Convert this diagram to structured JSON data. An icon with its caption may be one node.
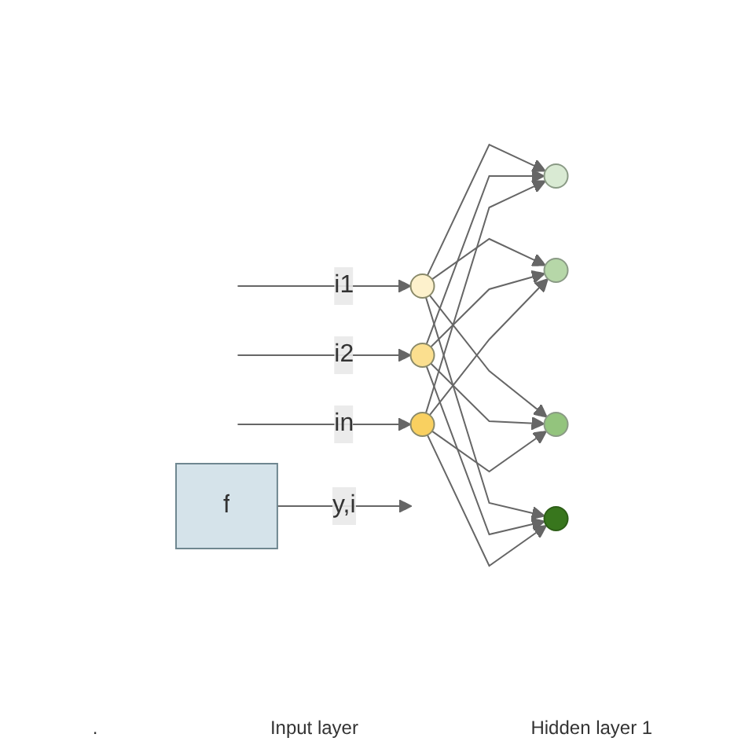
{
  "diagram": {
    "nodes": [
      {
        "text": [
          "f"
        ]
      },
      {
        "text": [],
        "shape": "circle"
      },
      {
        "text": [],
        "shape": "circle"
      },
      {
        "text": [],
        "shape": "circle"
      },
      {
        "text": [],
        "shape": "circle"
      },
      {
        "text": [],
        "shape": "circle"
      },
      {
        "text": [],
        "shape": "circle"
      },
      {
        "text": [],
        "shape": "circle"
      }
    ],
    "edges": [
      {
        "from": 0,
        "to": null,
        "arrow": "to",
        "label": "y,i"
      },
      {
        "from": null,
        "to": 1,
        "arrow": "to",
        "label": "i1"
      },
      {
        "from": null,
        "to": 2,
        "arrow": "to",
        "label": "i2"
      },
      {
        "from": null,
        "to": 3,
        "arrow": "to",
        "label": "in"
      },
      {
        "from": 1,
        "to": 4,
        "arrow": "to"
      },
      {
        "from": 1,
        "to": 5,
        "arrow": "to"
      },
      {
        "from": 1,
        "to": 6,
        "arrow": "to"
      },
      {
        "from": 1,
        "to": 7,
        "arrow": "to"
      },
      {
        "from": 2,
        "to": 4,
        "arrow": "to"
      },
      {
        "from": 2,
        "to": 5,
        "arrow": "to"
      },
      {
        "from": 2,
        "to": 6,
        "arrow": "to"
      },
      {
        "from": 2,
        "to": 7,
        "arrow": "to"
      },
      {
        "from": 3,
        "to": 4,
        "arrow": "to"
      },
      {
        "from": 3,
        "to": 5,
        "arrow": "to"
      },
      {
        "from": 3,
        "to": 6,
        "arrow": "to"
      },
      {
        "from": 3,
        "to": 7,
        "arrow": "to"
      }
    ],
    "labels": [
      ".",
      "Input layer",
      "Hidden layer 1"
    ]
  }
}
